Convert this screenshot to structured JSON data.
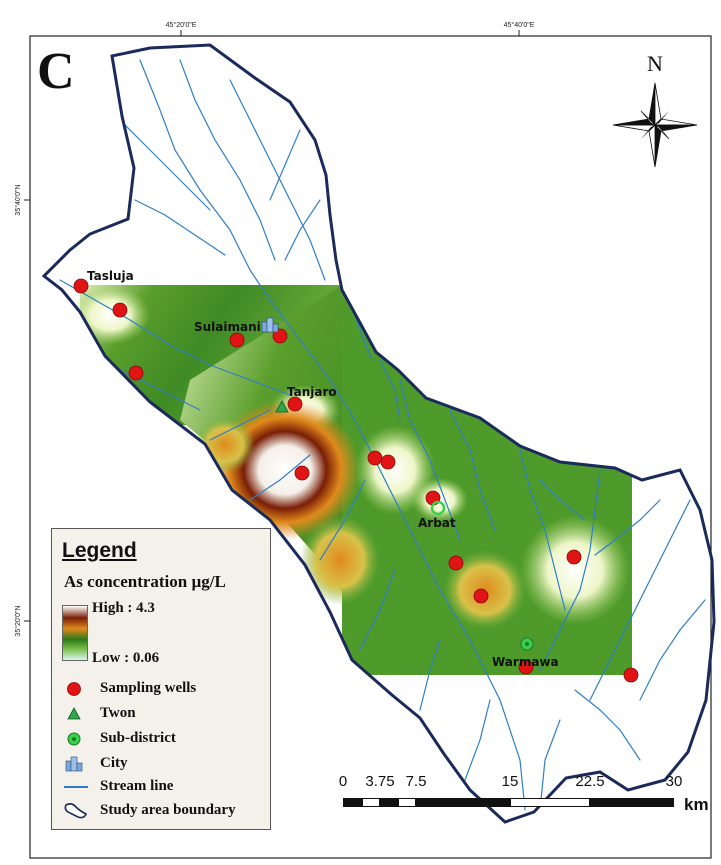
{
  "panel_label": "C",
  "graticule": {
    "top": [
      "45°20'0\"E",
      "45°40'0\"E"
    ],
    "left": [
      "35°40'0\"N",
      "35°20'0\"N"
    ]
  },
  "north_label": "N",
  "places": {
    "taslujа": "Tasluja",
    "sulaimani": "Sulaimani",
    "tanjaro": "Tanjaro",
    "arbat": "Arbat",
    "warmawa": "Warmawa"
  },
  "legend": {
    "title": "Legend",
    "subtitle": "As concentration µg/L",
    "high": "High : 4.3",
    "low": "Low : 0.06",
    "items": [
      {
        "label": "Sampling wells",
        "symbol": "red-circle"
      },
      {
        "label": "Twon",
        "symbol": "green-triangle"
      },
      {
        "label": "Sub-district",
        "symbol": "green-ring"
      },
      {
        "label": "City",
        "symbol": "city-icon"
      },
      {
        "label": "Stream line",
        "symbol": "blue-line"
      },
      {
        "label": "Study area boundary",
        "symbol": "boundary-outline"
      }
    ]
  },
  "scale": {
    "ticks": [
      "0",
      "3.75",
      "7.5",
      "15",
      "22.5",
      "30"
    ],
    "unit": "km"
  },
  "colors": {
    "well": "#e01414",
    "stream": "#2f7fc8",
    "boundary": "#1a2a5a",
    "town": "#2aa84a",
    "subdistrict": "#39d14a"
  }
}
